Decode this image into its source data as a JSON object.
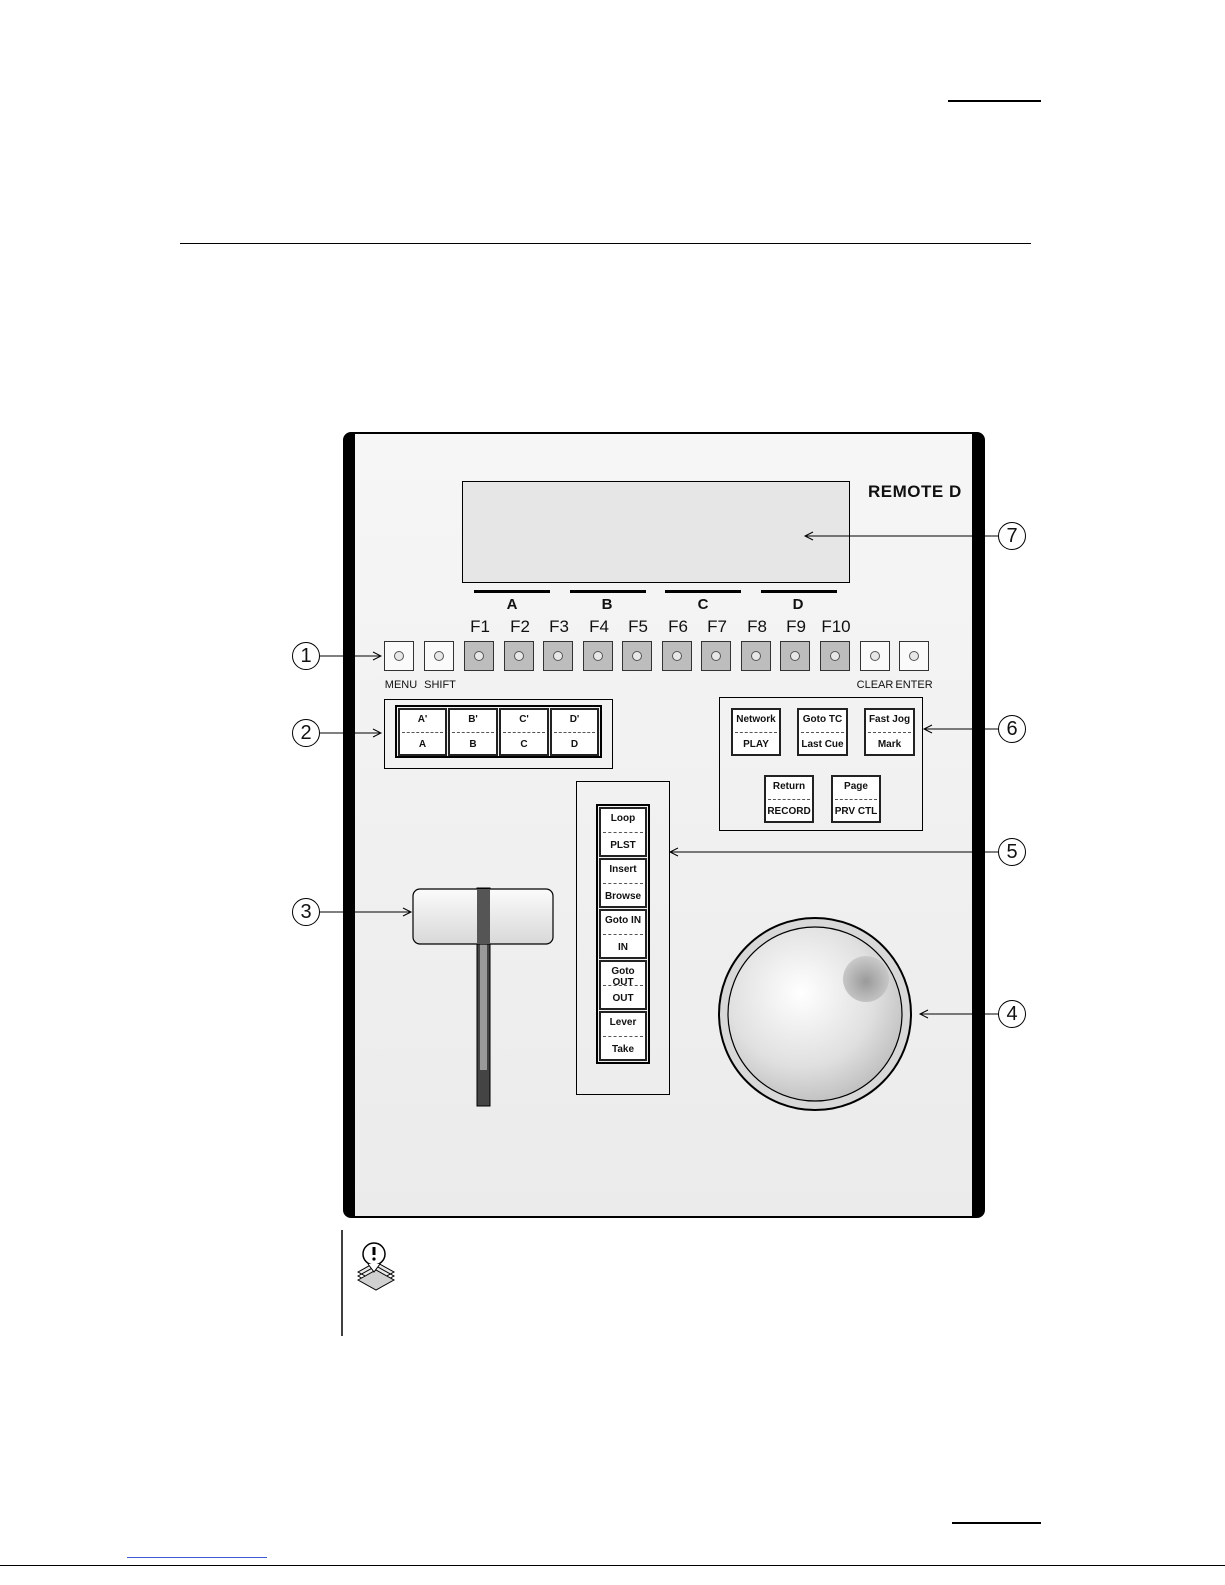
{
  "device": {
    "brand": "REMOTE D"
  },
  "groups": [
    "A",
    "B",
    "C",
    "D"
  ],
  "function_keys": [
    "F1",
    "F2",
    "F3",
    "F4",
    "F5",
    "F6",
    "F7",
    "F8",
    "F9",
    "F10"
  ],
  "keys": {
    "menu": "MENU",
    "shift": "SHIFT",
    "clear": "CLEAR",
    "enter": "ENTER"
  },
  "channel_keys": [
    {
      "top": "A'",
      "bottom": "A"
    },
    {
      "top": "B'",
      "bottom": "B"
    },
    {
      "top": "C'",
      "bottom": "C"
    },
    {
      "top": "D'",
      "bottom": "D"
    }
  ],
  "control_keys": [
    {
      "top": "Network",
      "bottom": "PLAY"
    },
    {
      "top": "Goto TC",
      "bottom": "Last Cue"
    },
    {
      "top": "Fast Jog",
      "bottom": "Mark"
    },
    {
      "top": "Return",
      "bottom": "RECORD"
    },
    {
      "top": "Page",
      "bottom": "PRV CTL"
    }
  ],
  "transport_keys": [
    {
      "top": "Loop",
      "bottom": "PLST"
    },
    {
      "top": "Insert",
      "bottom": "Browse"
    },
    {
      "top": "Goto IN",
      "bottom": "IN"
    },
    {
      "top": "Goto OUT",
      "bottom": "OUT"
    },
    {
      "top": "Lever",
      "bottom": "Take"
    }
  ],
  "callouts": [
    "1",
    "2",
    "3",
    "4",
    "5",
    "6",
    "7"
  ]
}
